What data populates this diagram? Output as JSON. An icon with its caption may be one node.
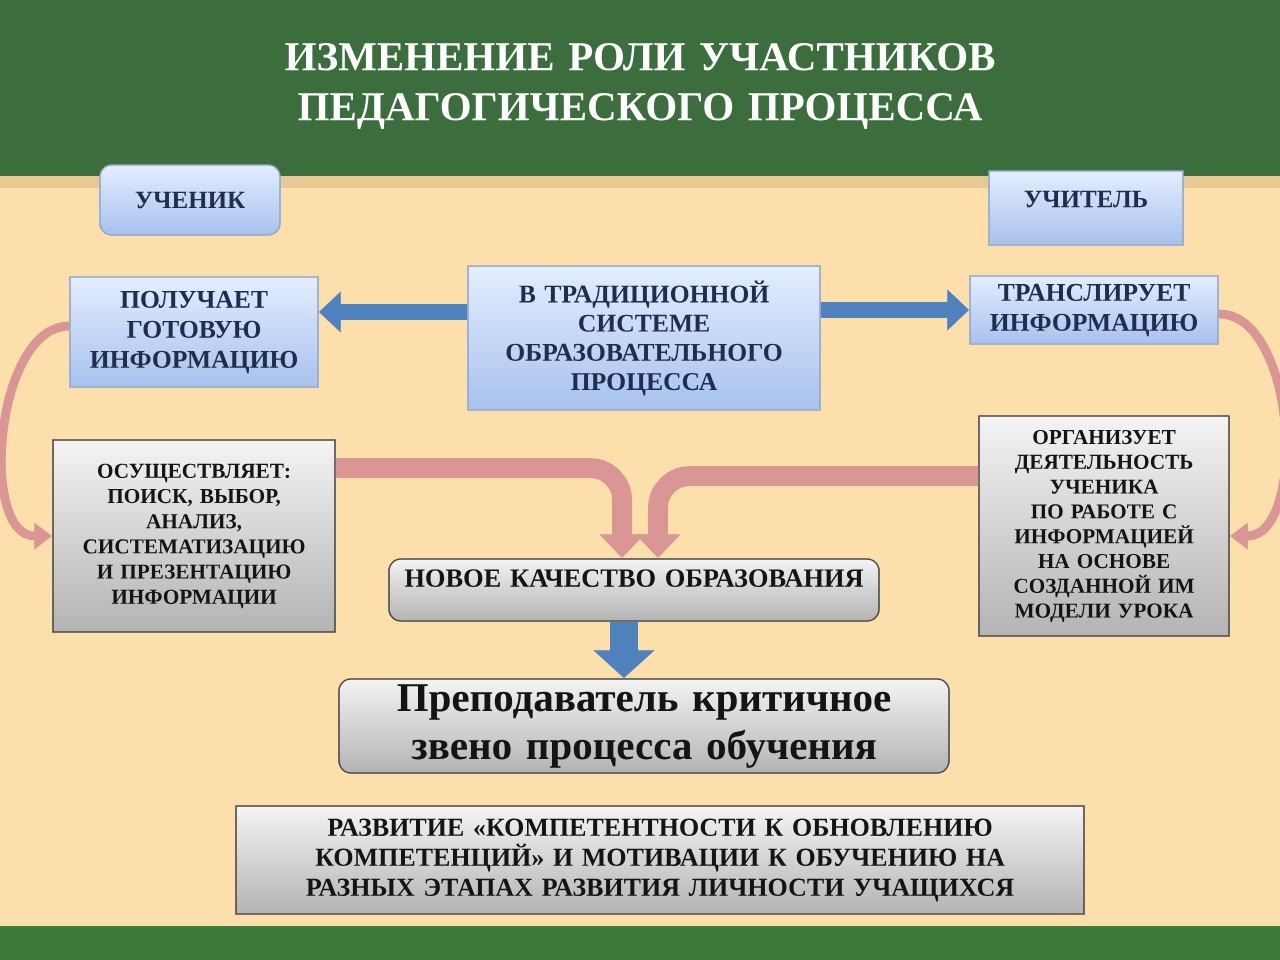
{
  "diagram": {
    "title": "ИЗМЕНЕНИЕ РОЛИ УЧАСТНИКОВ ПЕДАГОГИЧЕСКОГО ПРОЦЕССА",
    "nodes": [
      {
        "text": [
          "УЧЕНИК"
        ]
      },
      {
        "text": [
          "УЧИТЕЛЬ"
        ]
      },
      {
        "text": [
          "В ТРАДИЦИОННОЙ СИСТЕМЕ ОБРАЗОВАТЕЛЬНОГО ПРОЦЕССА"
        ]
      },
      {
        "text": [
          "ПОЛУЧАЕТ ГОТОВУЮ ИНФОРМАЦИЮ"
        ]
      },
      {
        "text": [
          "ТРАНСЛИРУЕТ ИНФОРМАЦИЮ"
        ]
      },
      {
        "text": [
          "ОСУЩЕСТВЛЯЕТ: ПОИСК, ВЫБОР, АНАЛИЗ, СИСТЕМАТИЗАЦИЮ И ПРЕЗЕНТАЦИЮ ИНФОРМАЦИИ"
        ]
      },
      {
        "text": [
          "ОРГАНИЗУЕТ ДЕЯТЕЛЬНОСТЬ УЧЕНИКА ПО РАБОТЕ С ИНФОРМАЦИЕЙ НА ОСНОВЕ СОЗДАННОЙ ИМ МОДЕЛИ УРОКА"
        ]
      },
      {
        "text": [
          "НОВОЕ КАЧЕСТВО ОБРАЗОВАНИЯ"
        ]
      },
      {
        "text": [
          "Преподаватель критичное звено процесса обучения"
        ]
      },
      {
        "text": [
          "РАЗВИТИЕ «КОМПЕТЕНТНОСТИ К ОБНОВЛЕНИЮ КОМПЕТЕНЦИЙ» И МОТИВАЦИИ К ОБУЧЕНИЮ НА РАЗНЫХ ЭТАПАХ РАЗВИТИЯ ЛИЧНОСТИ УЧАЩИХСЯ"
        ]
      }
    ],
    "edges": [
      {
        "from": 2,
        "to": 3,
        "arrow": "to",
        "color": "#4f81bd"
      },
      {
        "from": 2,
        "to": 4,
        "arrow": "to",
        "color": "#4f81bd"
      },
      {
        "from": 3,
        "to": 5,
        "arrow": "to"
      },
      {
        "from": 4,
        "to": 6,
        "arrow": "to"
      },
      {
        "from": 5,
        "to": 7,
        "arrow": "to"
      },
      {
        "from": 6,
        "to": 7,
        "arrow": "to"
      },
      {
        "from": 7,
        "to": 8,
        "arrow": "to",
        "color": "#4f81bd"
      }
    ]
  }
}
